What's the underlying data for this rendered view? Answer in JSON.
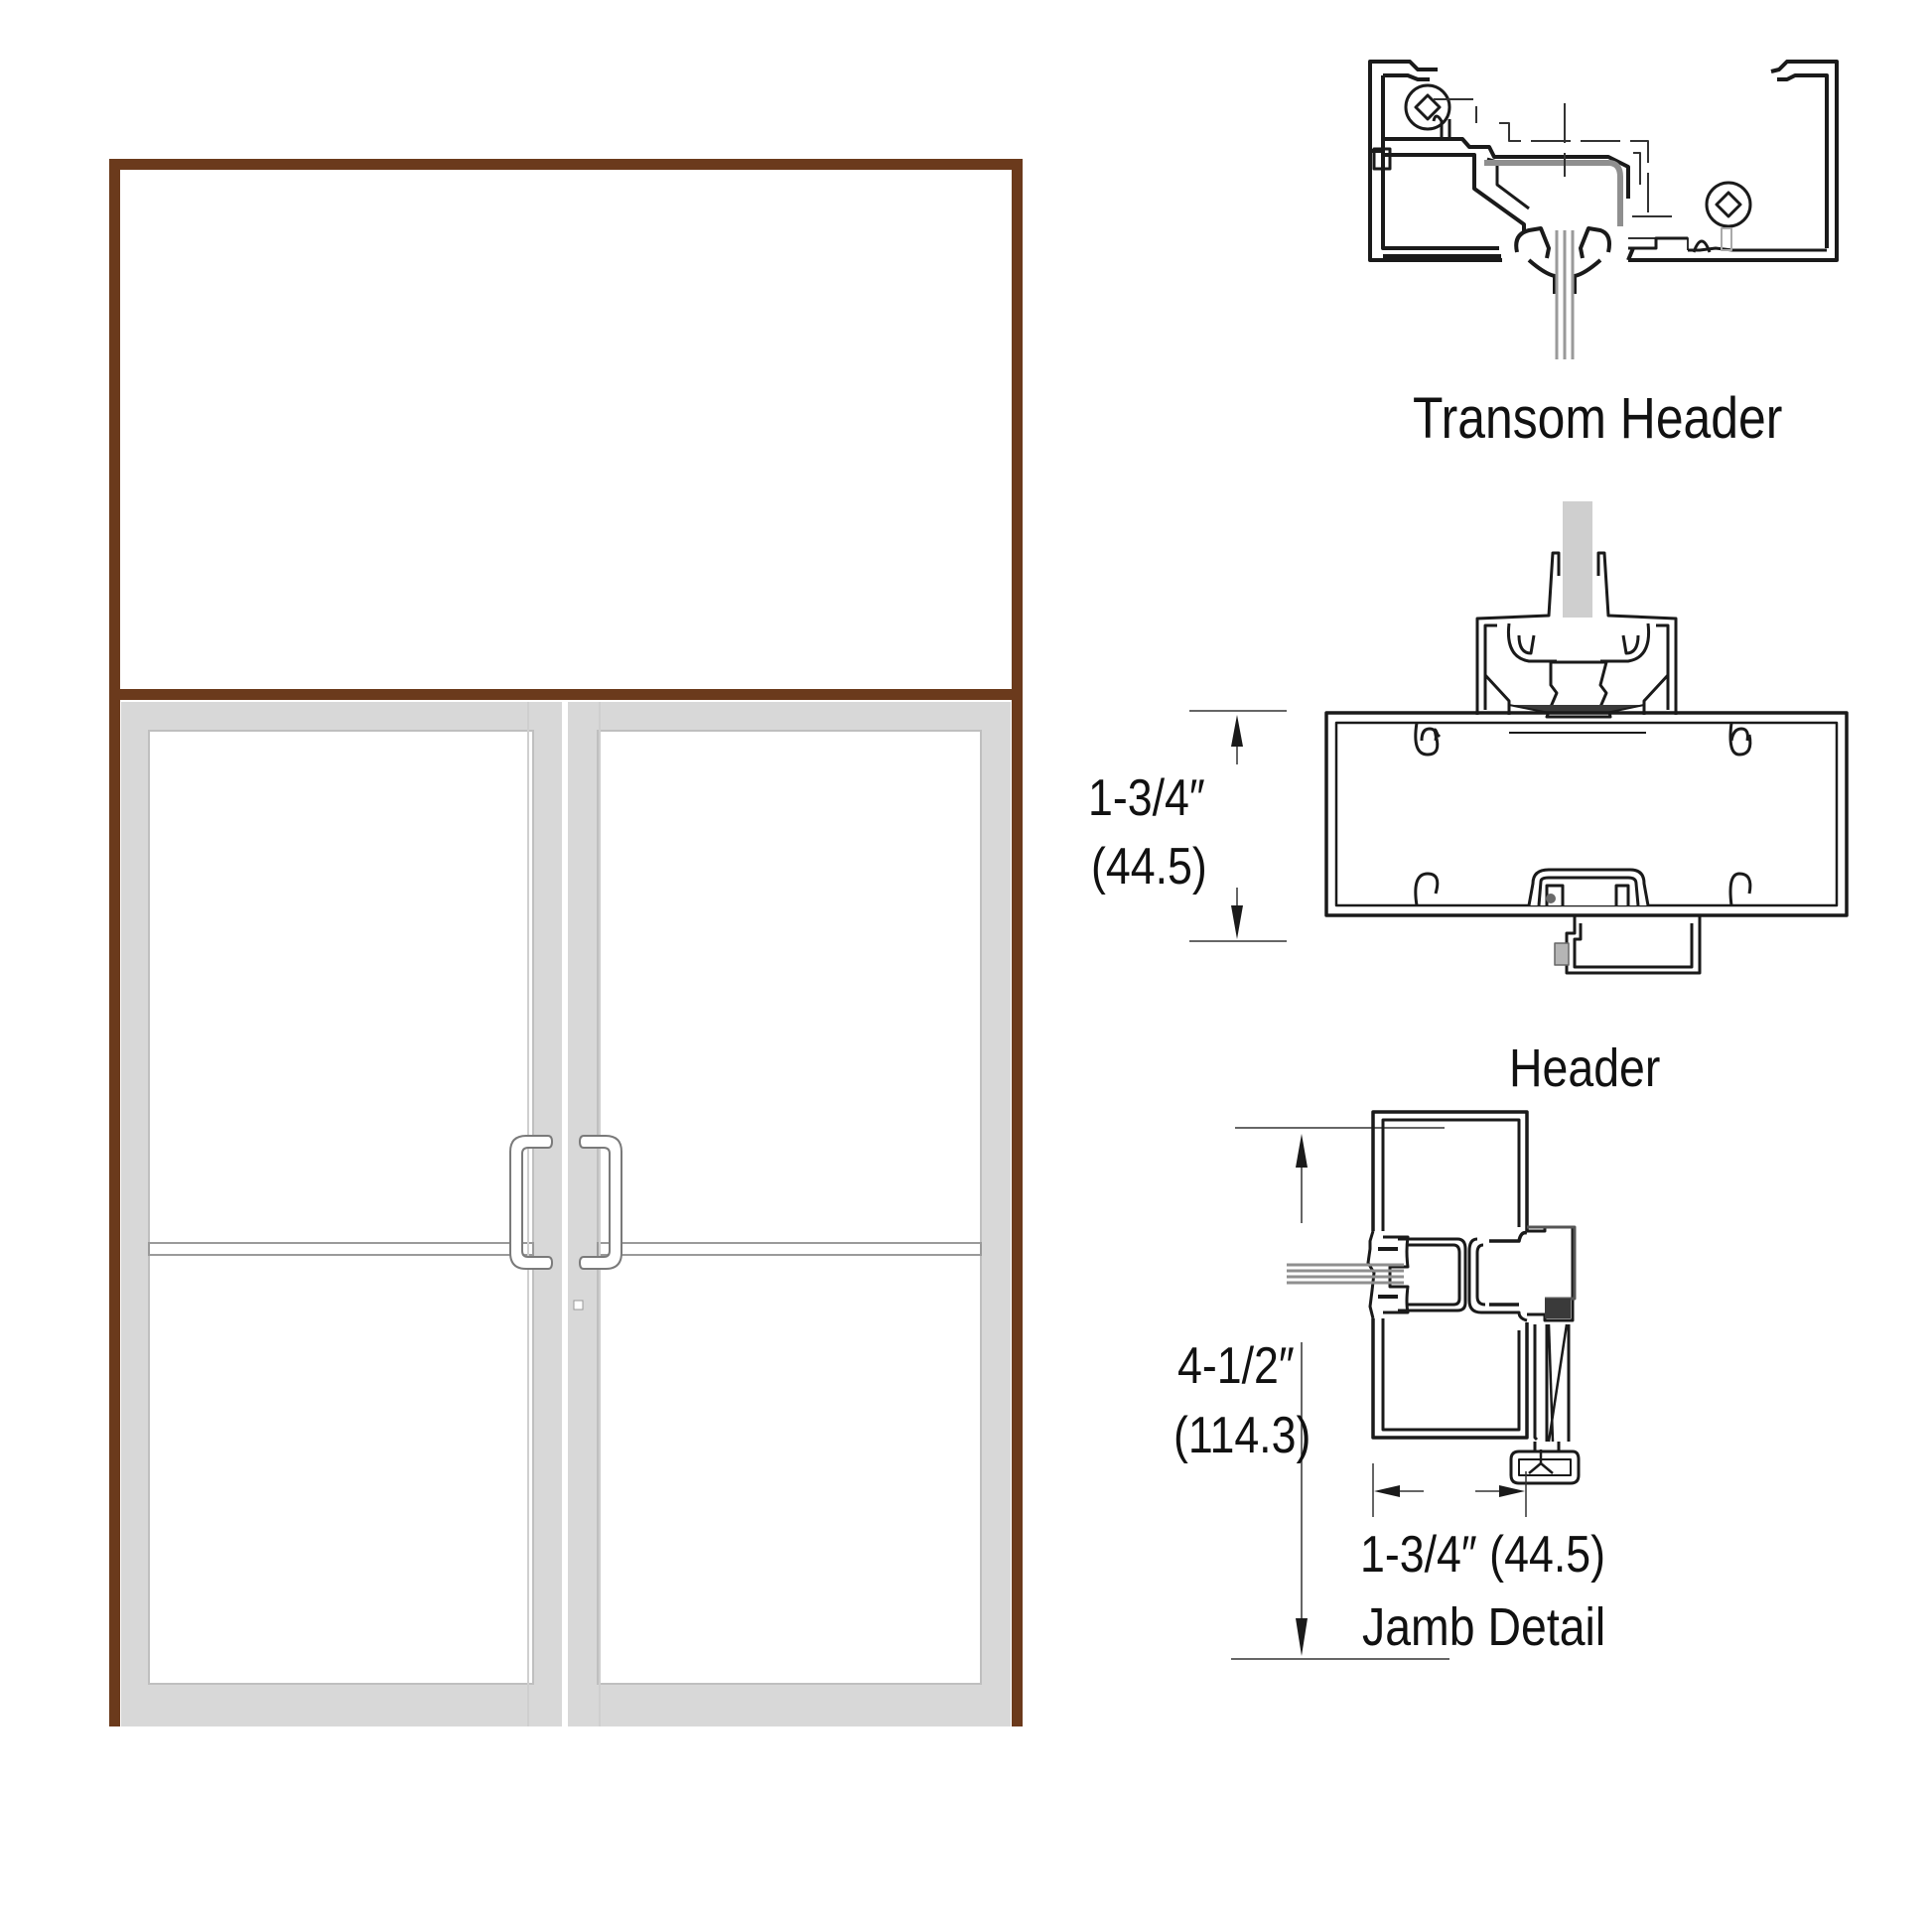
{
  "elevation": {
    "frame_color": "#6b3a1c",
    "door_color": "#d9d9d9",
    "glass_color": "#ffffff"
  },
  "details": {
    "transom_header": {
      "title": "Transom Header"
    },
    "header": {
      "title": "Header",
      "dim_imperial": "1-3/4″",
      "dim_metric": "(44.5)"
    },
    "jamb": {
      "title": "Jamb Detail",
      "depth_imperial": "4-1/2″",
      "depth_metric": "(114.3)",
      "width_text": "1-3/4″ (44.5)"
    }
  }
}
